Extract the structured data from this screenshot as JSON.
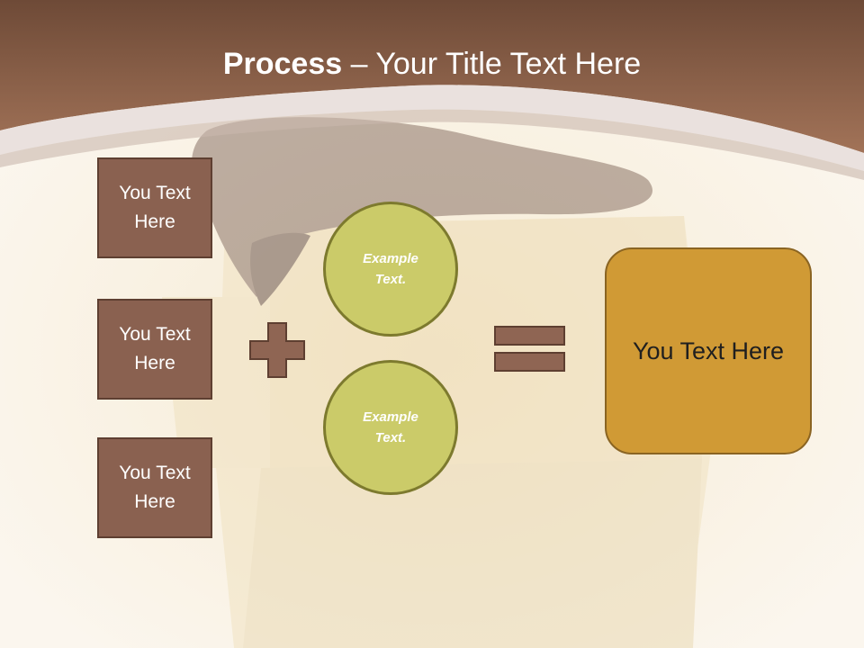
{
  "slide": {
    "title_bold": "Process",
    "title_rest": " – Your Title Text Here",
    "left_boxes": [
      {
        "label": "You Text Here"
      },
      {
        "label": "You Text Here"
      },
      {
        "label": "You Text Here"
      }
    ],
    "circles": [
      {
        "label": "Example Text."
      },
      {
        "label": "Example Text."
      }
    ],
    "result_label": "You Text Here"
  },
  "colors": {
    "header_brown": "#8a6150",
    "box_fill": "#8a6150",
    "circle_fill": "#cbcb69",
    "result_fill": "#d09a35",
    "operator_fill": "#8f6553"
  },
  "icons": {
    "operator_1": "plus-icon",
    "operator_2": "equals-icon"
  }
}
